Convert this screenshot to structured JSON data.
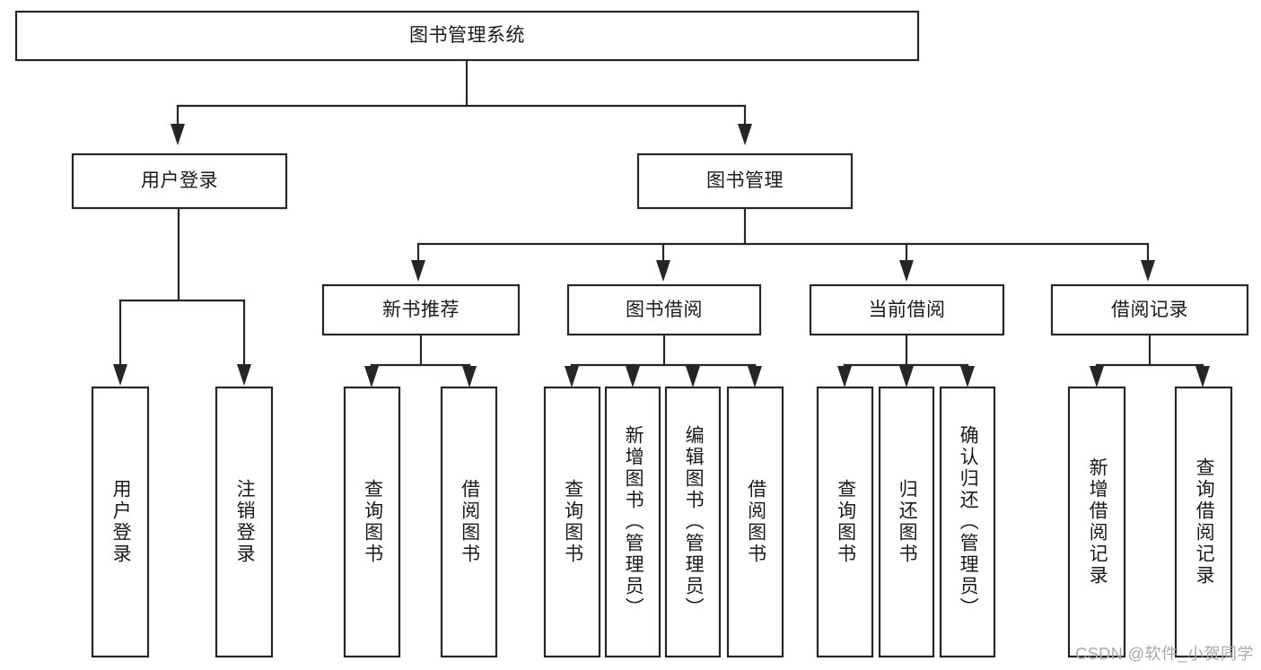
{
  "diagram": {
    "type": "tree-hierarchy",
    "title": "图书管理系统",
    "orientation": "top-down",
    "colors": {
      "box_fill": "#ffffff",
      "box_stroke": "#262626",
      "text": "#1a1a1a",
      "background": "#ffffff",
      "watermark": "#a8a8a8"
    },
    "levels": {
      "root": {
        "label": "图书管理系统"
      },
      "level2": [
        {
          "label": "用户登录"
        },
        {
          "label": "图书管理"
        }
      ],
      "level3": [
        {
          "label": "新书推荐"
        },
        {
          "label": "图书借阅"
        },
        {
          "label": "当前借阅"
        },
        {
          "label": "借阅记录"
        }
      ],
      "leaves": [
        {
          "label": "用户登录",
          "parent": "用户登录"
        },
        {
          "label": "注销登录",
          "parent": "用户登录"
        },
        {
          "label": "查询图书",
          "parent": "新书推荐"
        },
        {
          "label": "借阅图书",
          "parent": "新书推荐"
        },
        {
          "label": "查询图书",
          "parent": "图书借阅"
        },
        {
          "label": "新增图书（管理员）",
          "parent": "图书借阅"
        },
        {
          "label": "编辑图书（管理员）",
          "parent": "图书借阅"
        },
        {
          "label": "借阅图书",
          "parent": "图书借阅"
        },
        {
          "label": "查询图书",
          "parent": "当前借阅"
        },
        {
          "label": "归还图书",
          "parent": "当前借阅"
        },
        {
          "label": "确认归还（管理员）",
          "parent": "当前借阅"
        },
        {
          "label": "新增借阅记录",
          "parent": "借阅记录"
        },
        {
          "label": "查询借阅记录",
          "parent": "借阅记录"
        }
      ]
    }
  },
  "watermark": {
    "text": "CSDN @软件_小贺同学"
  }
}
